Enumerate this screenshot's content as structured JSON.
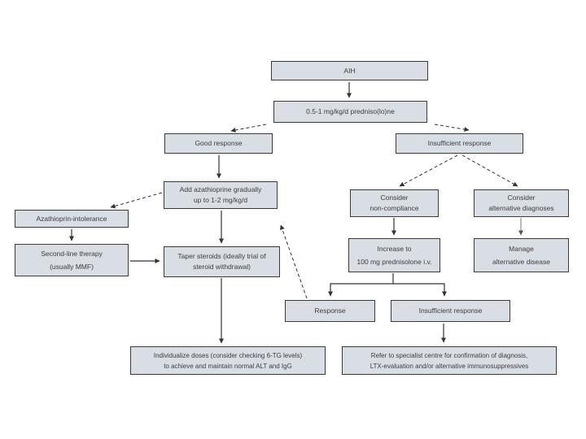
{
  "diagram_type": "flowchart",
  "colors": {
    "background": "#ffffff",
    "node_fill": "#d9dde4",
    "node_border": "#3a3a3a",
    "node_text": "#3d3d3d",
    "arrow": "#333333"
  },
  "nodes": {
    "aih": {
      "label": "AIH"
    },
    "prednisolone": {
      "label": "0.5-1 mg/kg/d predniso(lo)ne"
    },
    "good_response": {
      "label": "Good response"
    },
    "insufficient_response": {
      "label": "Insufficient response"
    },
    "add_azathioprine": {
      "line1": "Add azathioprine gradually",
      "line2": "up to 1-2 mg/kg/d"
    },
    "azathioprin_intolerance": {
      "label": "Azathioprin-intolerance"
    },
    "second_line_therapy": {
      "line1": "Second-line therapy",
      "line2": "(usually MMF)"
    },
    "taper_steroids": {
      "line1": "Taper steroids (ideally trial of",
      "line2": "steroid withdrawal)"
    },
    "consider_non_compliance": {
      "line1": "Consider",
      "line2": "non-compliance"
    },
    "consider_alternative_diagnoses": {
      "line1": "Consider",
      "line2": "alternative diagnoses"
    },
    "increase_prednisolone": {
      "line1": "Increase to",
      "line2": "100 mg prednisolone i.v."
    },
    "manage_alternative_disease": {
      "line1": "Manage",
      "line2": "alternative disease"
    },
    "response": {
      "label": "Response"
    },
    "insufficient_response_2": {
      "label": "Insufficient response"
    },
    "individualize_doses": {
      "line1": "Individualize doses (consider checking 6-TG levels)",
      "line2": "to achieve and maintain normal ALT and IgG"
    },
    "refer_specialist": {
      "line1": "Refer to specialist centre for confirmation of diagnosis,",
      "line2": "LTX-evaluation and/or alternative immunosuppressives"
    }
  }
}
